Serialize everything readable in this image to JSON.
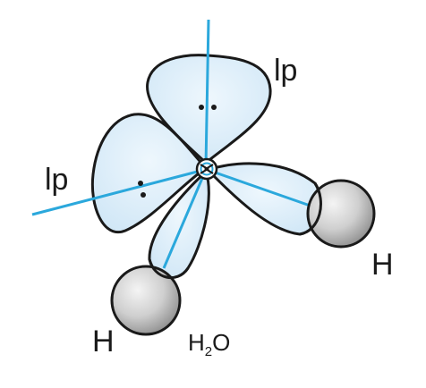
{
  "diagram": {
    "lone_pair_label_upper": "lp",
    "lone_pair_label_left": "lp",
    "hydrogen_label_right": "H",
    "hydrogen_label_lower": "H",
    "formula": {
      "main": "H",
      "subscript": "2",
      "tail": "O"
    },
    "colors": {
      "orbital_fill": "#d8ecf8",
      "orbital_stroke": "#1a1a1a",
      "axis_line": "#2ba8dc",
      "hydrogen_light": "#f2f2f2",
      "hydrogen_dark": "#9a9a9a"
    }
  }
}
